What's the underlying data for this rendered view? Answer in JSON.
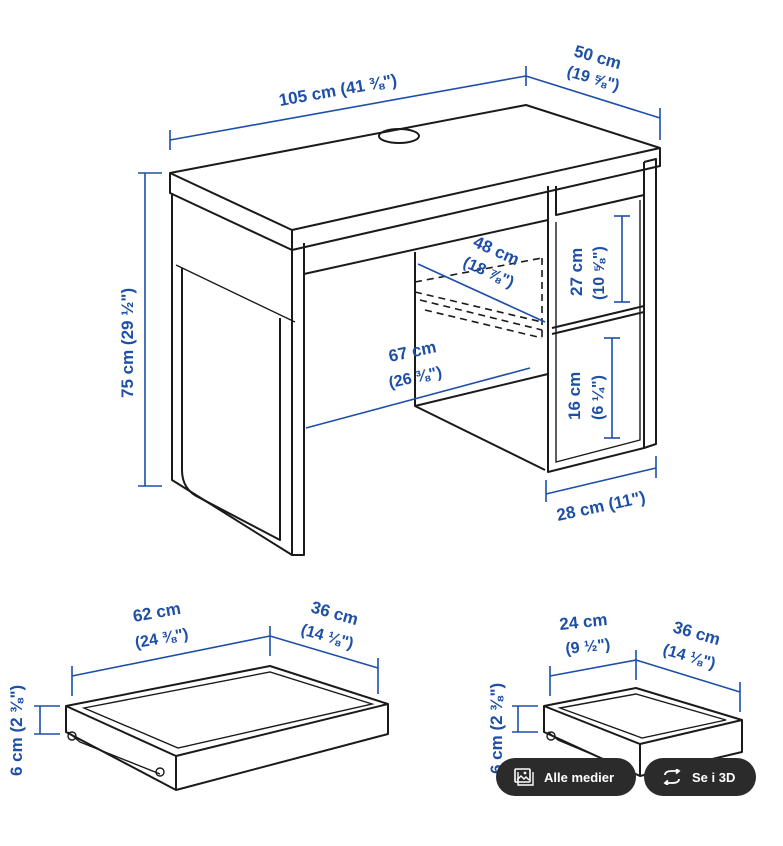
{
  "dimensions": {
    "width_cm": "105 cm (41 ⅜\")",
    "depth_cm": "50 cm",
    "depth_in": "(19 ⅝\")",
    "height_cm": "75 cm (29 ½\")",
    "inner_depth_cm": "48 cm",
    "inner_depth_in": "(18 ⅞\")",
    "inner_width_cm": "67 cm",
    "inner_width_in": "(26 ⅜\")",
    "upper_shelf_cm": "27 cm",
    "upper_shelf_in": "(10 ⅝\")",
    "lower_shelf_cm": "16 cm",
    "lower_shelf_in": "(6 ¼\")",
    "cabinet_width": "28 cm (11\")",
    "drawer_large_width_cm": "62 cm",
    "drawer_large_width_in": "(24 ⅜\")",
    "drawer_large_depth_cm": "36 cm",
    "drawer_large_depth_in": "(14 ⅛\")",
    "drawer_large_height": "6 cm (2 ⅜\")",
    "drawer_small_width_cm": "24 cm",
    "drawer_small_width_in": "(9 ½\")",
    "drawer_small_depth_cm": "36 cm",
    "drawer_small_depth_in": "(14 ⅛\")",
    "drawer_small_height": "6 cm (2 ⅜\")"
  },
  "buttons": {
    "all_media": "Alle medier",
    "view_3d": "Se i 3D"
  },
  "colors": {
    "dimension_blue": "#1d4fa8",
    "chip_background": "#2b2b2b"
  },
  "icons": {
    "all_media": "image-gallery-icon",
    "view_3d": "rotate-3d-icon"
  }
}
